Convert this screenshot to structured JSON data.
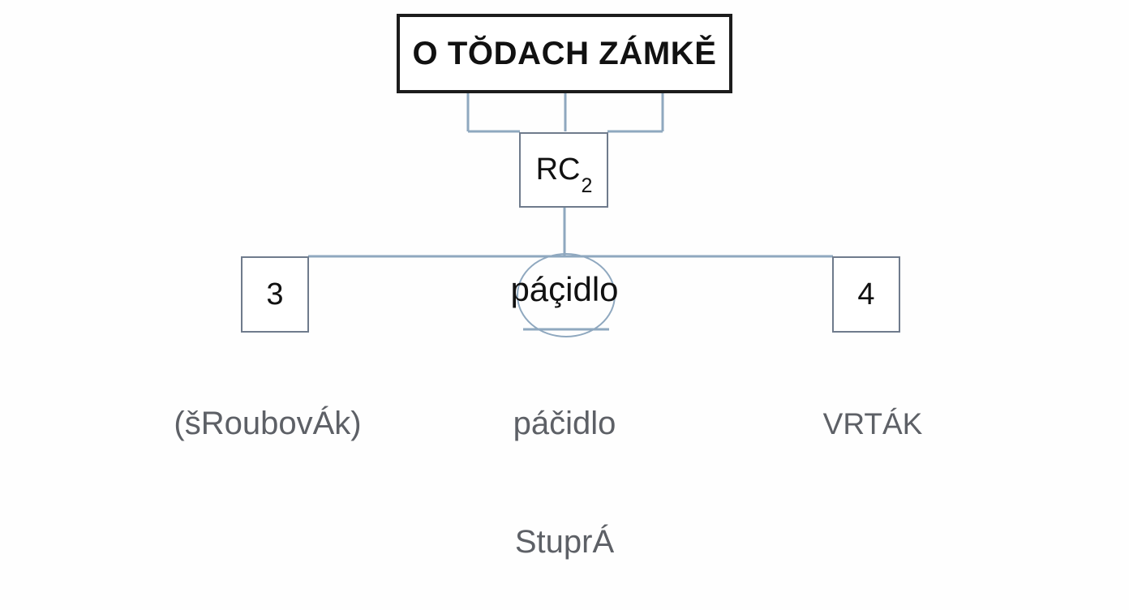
{
  "diagram": {
    "title_node": {
      "label": "O TŎDACH ZÁMKĚ"
    },
    "rc_node": {
      "prefix": "RC",
      "subscript": "2"
    },
    "left_node": {
      "label": "3"
    },
    "right_node": {
      "label": "4"
    },
    "center_node": {
      "label": "páçidlo"
    },
    "captions": {
      "left": "(šRoubovÁk)",
      "center": "páčidlo",
      "right": "VRTÁK",
      "bottom": "StuprÁ"
    },
    "colors": {
      "background": "#fefefe",
      "title_border": "#1c1c1c",
      "node_border": "#6f7b8c",
      "connector": "#8fa8bf",
      "ellipse_border": "#8fa8bf",
      "primary_text": "#111111",
      "caption_text": "#5d6066"
    }
  }
}
